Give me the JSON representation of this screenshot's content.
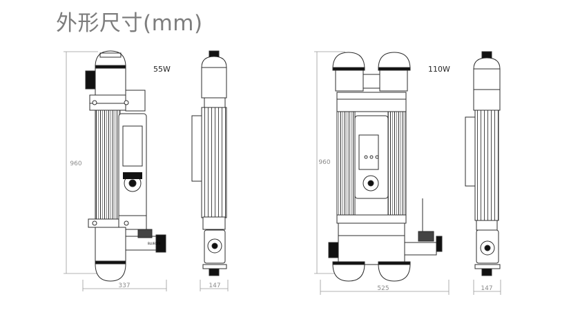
{
  "title": "外形尺寸(mm)",
  "views": {
    "w55_front": {
      "power": "55W",
      "height_dim": "960",
      "width_dim": "337"
    },
    "w55_side": {
      "width_dim": "147"
    },
    "w110_front": {
      "power": "110W",
      "height_dim": "960",
      "width_dim": "525"
    },
    "w110_side": {
      "width_dim": "147"
    }
  },
  "colors": {
    "line": "#2b2b2b",
    "dim_line": "#9a9a9a",
    "dark_fitting": "#111111",
    "title": "#7d7d7d"
  }
}
